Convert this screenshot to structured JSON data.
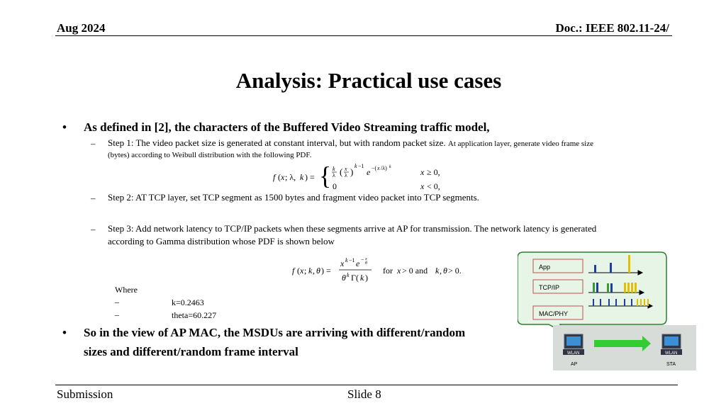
{
  "header": {
    "date": "Aug 2024",
    "doc": "Doc.: IEEE 802.11-24/"
  },
  "title": "Analysis: Practical use cases",
  "bullets": {
    "b1": "As defined in [2], the characters of the Buffered Video Streaming traffic model,",
    "b2_line1": "So in the view of AP MAC, the MSDUs are arriving with different/random",
    "b2_line2": "sizes and different/random frame interval"
  },
  "steps": {
    "step1_main": "Step 1: The video packet size is generated at constant interval, but with random packet size.",
    "step1_small_a": "At application layer, generate video frame size",
    "step1_small_b": "(bytes) according to Weibull distribution with the following PDF.",
    "step2": "Step 2: AT TCP layer, set TCP segment as 1500 bytes and fragment video packet into TCP segments.",
    "step3_line1": "Step 3: Add network latency to TCP/IP packets when these segments arrive at AP for transmission. The network latency is generated",
    "step3_line2": "according to Gamma distribution whose PDF is shown below"
  },
  "params": {
    "where": "Where",
    "k": "k=0.2463",
    "theta": "theta=60.227"
  },
  "dash_char": "–",
  "bullet_char": "•",
  "figure": {
    "layers": [
      "App",
      "TCP/IP",
      "MAC/PHY"
    ],
    "ap_device": "WLAN",
    "ap_label": "AP",
    "sta_device": "WLAN",
    "sta_label": "STA",
    "colors": {
      "bubble_bg": "#e6f5e6",
      "bubble_border": "#2e7d32",
      "layer_border": "#c0504d",
      "arrow": "#33cc33",
      "bars_blue": "#1f3f9f",
      "bars_yellow": "#e0c000",
      "bars_green": "#3a9a3a"
    }
  },
  "footer": {
    "left": "Submission",
    "center": "Slide 8"
  }
}
